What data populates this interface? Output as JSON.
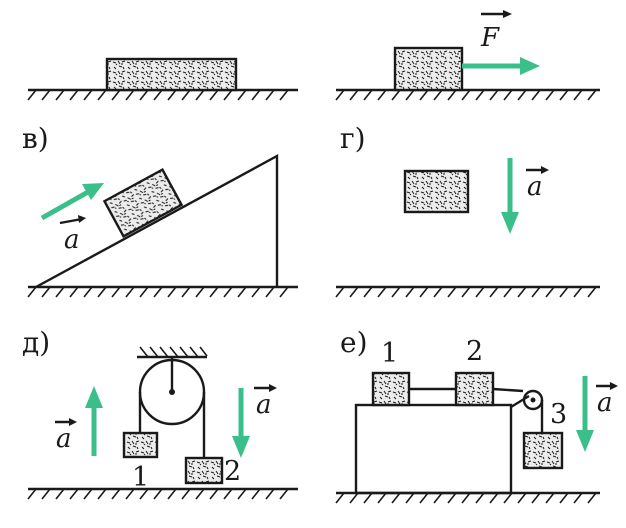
{
  "colors": {
    "ink": "#1a1a1a",
    "arrow": "#3bbf8a",
    "block_fill": "#ececec",
    "background": "#ffffff"
  },
  "panel_labels": {
    "v": "в)",
    "g": "г)",
    "d": "д)",
    "e": "е)"
  },
  "vectors": {
    "force": "F",
    "acceleration": "a"
  },
  "block_numbers": {
    "one": "1",
    "two": "2",
    "three": "3"
  }
}
